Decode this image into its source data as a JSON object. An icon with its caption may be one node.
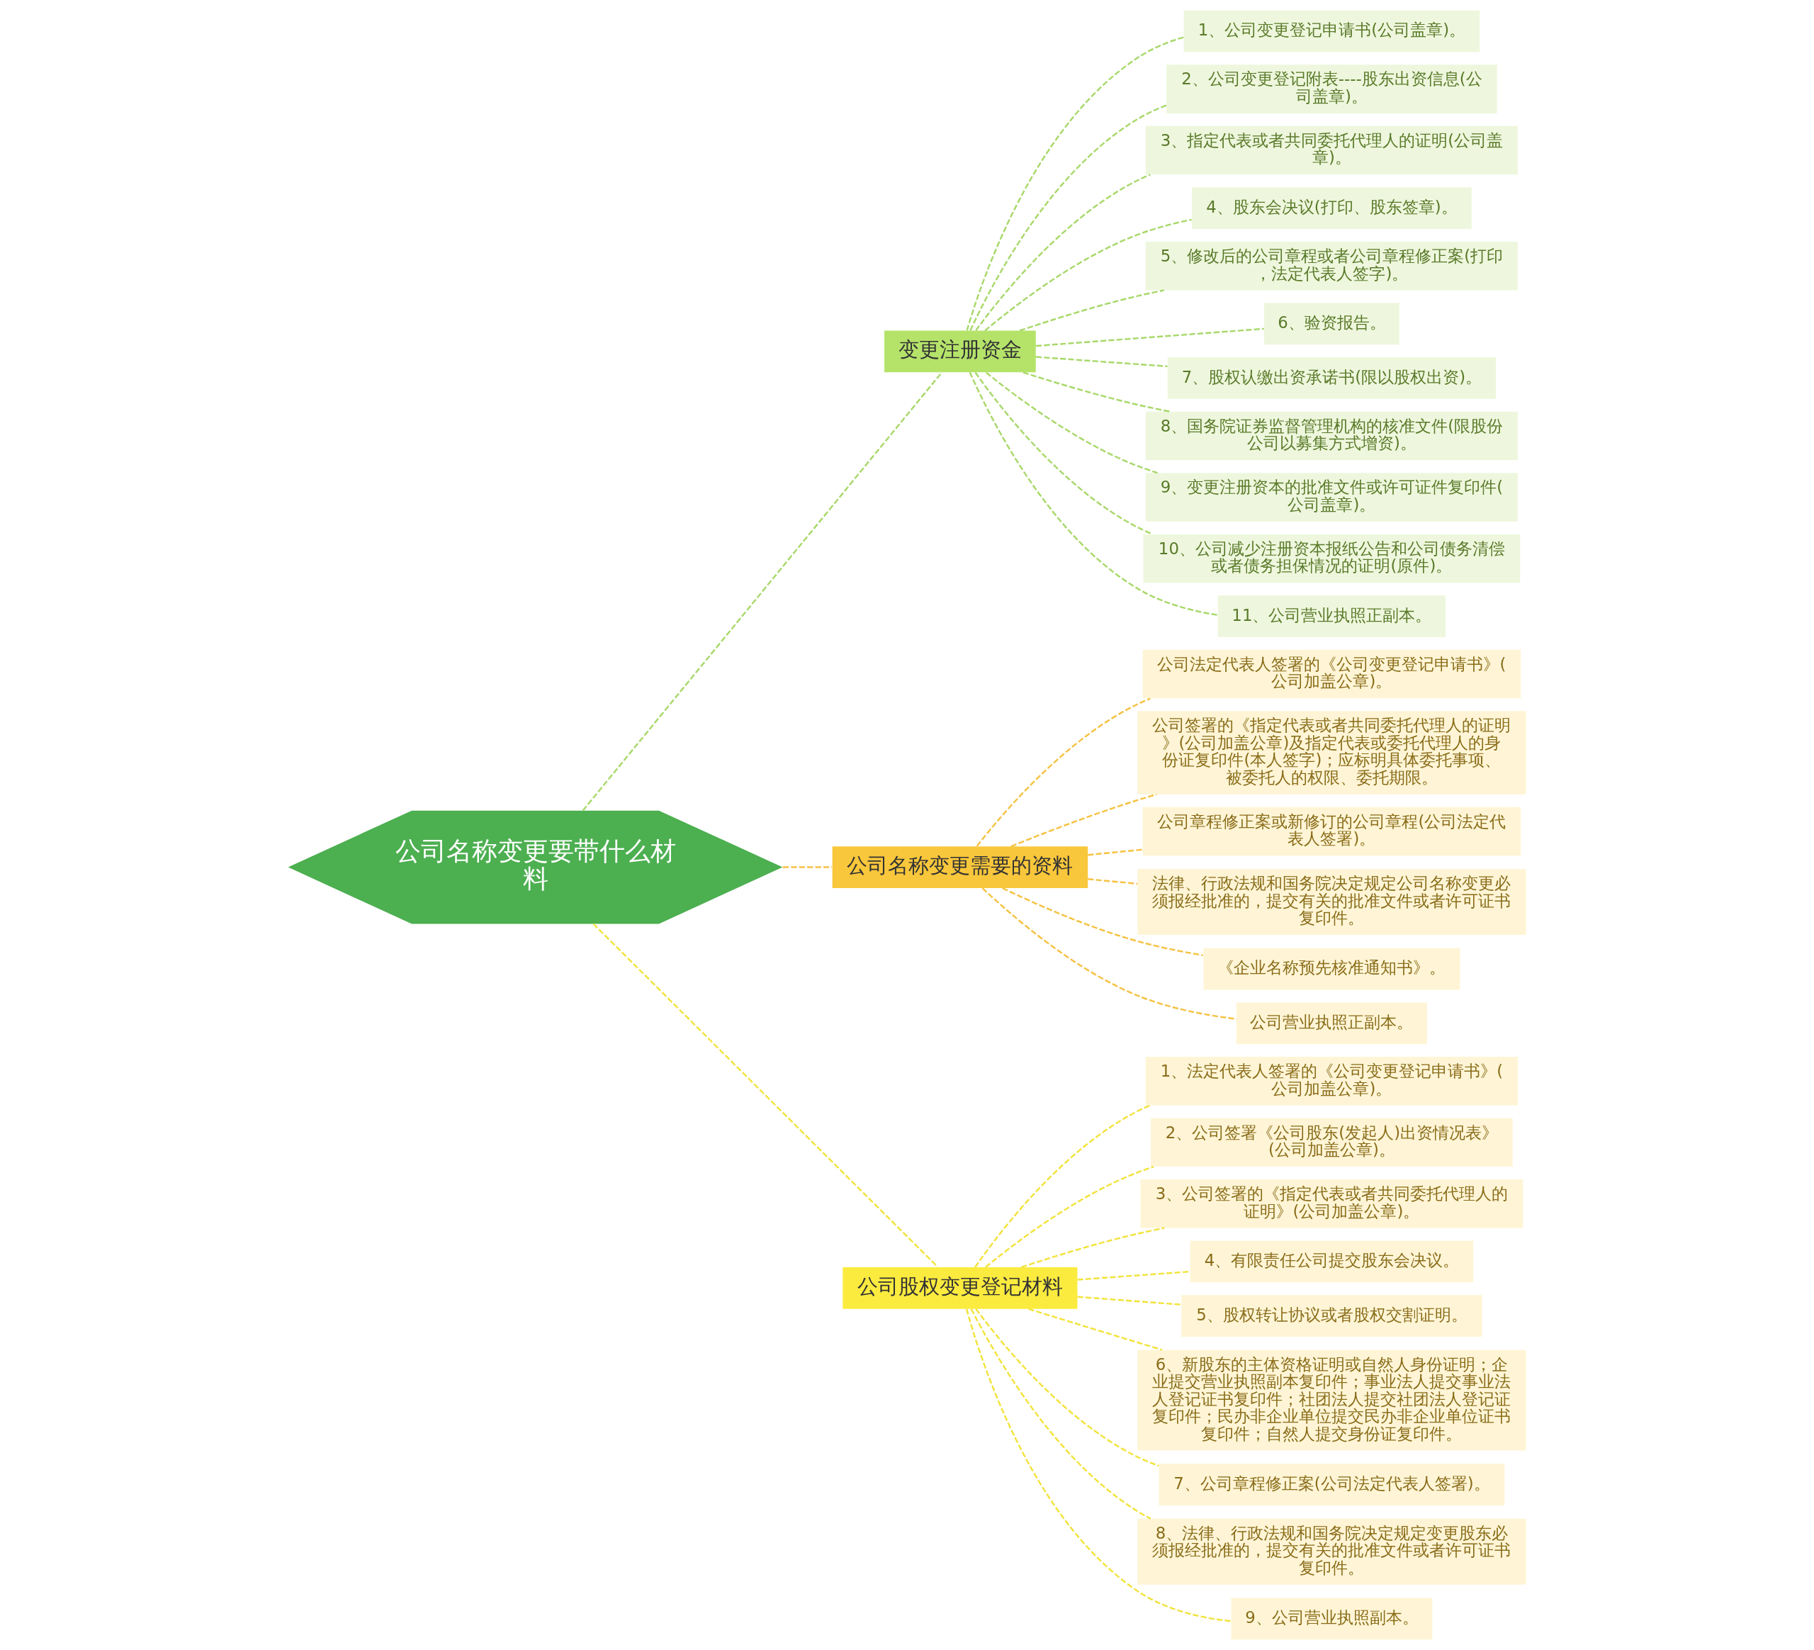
{
  "diagram": {
    "nodes": [
      {
        "text": [
          "公司名称变更要带什么材料"
        ]
      },
      {
        "text": [
          "变更注册资金"
        ]
      },
      {
        "text": [
          "1、公司变更登记申请书(公司盖章)。"
        ]
      },
      {
        "text": [
          "2、公司变更登记附表----股东出资信息(公司盖章)。"
        ]
      },
      {
        "text": [
          "3、指定代表或者共同委托代理人的证明(公司盖章)。"
        ]
      },
      {
        "text": [
          "4、股东会决议(打印、股东签章)。"
        ]
      },
      {
        "text": [
          "5、修改后的公司章程或者公司章程修正案(打印，法定代表人签字)。"
        ]
      },
      {
        "text": [
          "6、验资报告。"
        ]
      },
      {
        "text": [
          "7、股权认缴出资承诺书(限以股权出资)。"
        ]
      },
      {
        "text": [
          "8、国务院证券监督管理机构的核准文件(限股份公司以募集方式增资)。"
        ]
      },
      {
        "text": [
          "9、变更注册资本的批准文件或许可证件复印件(公司盖章)。"
        ]
      },
      {
        "text": [
          "10、公司减少注册资本报纸公告和公司债务清偿或者债务担保情况的证明(原件)。"
        ]
      },
      {
        "text": [
          "11、公司营业执照正副本。"
        ]
      },
      {
        "text": [
          "公司名称变更需要的资料"
        ]
      },
      {
        "text": [
          "公司法定代表人签署的《公司变更登记申请书》(公司加盖公章)。"
        ]
      },
      {
        "text": [
          "公司签署的《指定代表或者共同委托代理人的证明》(公司加盖公章)及指定代表或委托代理人的身份证复印件(本人签字)；应标明具体委托事项、被委托人的权限、委托期限。"
        ]
      },
      {
        "text": [
          "公司章程修正案或新修订的公司章程(公司法定代表人签署)。"
        ]
      },
      {
        "text": [
          "法律、行政法规和国务院决定规定公司名称变更必须报经批准的，提交有关的批准文件或者许可证书复印件。"
        ]
      },
      {
        "text": [
          "《企业名称预先核准通知书》。"
        ]
      },
      {
        "text": [
          "公司营业执照正副本。"
        ]
      },
      {
        "text": [
          "公司股权变更登记材料"
        ]
      },
      {
        "text": [
          "1、法定代表人签署的《公司变更登记申请书》(公司加盖公章)。"
        ]
      },
      {
        "text": [
          "2、公司签署《公司股东(发起人)出资情况表》(公司加盖公章)。"
        ]
      },
      {
        "text": [
          "3、公司签署的《指定代表或者共同委托代理人的证明》(公司加盖公章)。"
        ]
      },
      {
        "text": [
          "4、有限责任公司提交股东会决议。"
        ]
      },
      {
        "text": [
          "5、股权转让协议或者股权交割证明。"
        ]
      },
      {
        "text": [
          "6、新股东的主体资格证明或自然人身份证明；企业提交营业执照副本复印件；事业法人提交事业法人登记证书复印件；社团法人提交社团法人登记证复印件；民办非企业单位提交民办非企业单位证书复印件；自然人提交身份证复印件。"
        ]
      },
      {
        "text": [
          "7、公司章程修正案(公司法定代表人签署)。"
        ]
      },
      {
        "text": [
          "8、法律、行政法规和国务院决定规定变更股东必须报经批准的，提交有关的批准文件或者许可证书复印件。"
        ]
      },
      {
        "text": [
          "9、公司营业执照副本。"
        ]
      }
    ],
    "edges": [
      {
        "from": 0,
        "to": 1,
        "arrow": "none",
        "style": "dashed",
        "color": "#a8d86a"
      },
      {
        "from": 1,
        "to": 2,
        "arrow": "none",
        "style": "dashed",
        "color": "#a8d86a"
      },
      {
        "from": 1,
        "to": 3,
        "arrow": "none",
        "style": "dashed",
        "color": "#a8d86a"
      },
      {
        "from": 1,
        "to": 4,
        "arrow": "none",
        "style": "dashed",
        "color": "#a8d86a"
      },
      {
        "from": 1,
        "to": 5,
        "arrow": "none",
        "style": "dashed",
        "color": "#a8d86a"
      },
      {
        "from": 1,
        "to": 6,
        "arrow": "none",
        "style": "dashed",
        "color": "#a8d86a"
      },
      {
        "from": 1,
        "to": 7,
        "arrow": "none",
        "style": "dashed",
        "color": "#a8d86a"
      },
      {
        "from": 1,
        "to": 8,
        "arrow": "none",
        "style": "dashed",
        "color": "#a8d86a"
      },
      {
        "from": 1,
        "to": 9,
        "arrow": "none",
        "style": "dashed",
        "color": "#a8d86a"
      },
      {
        "from": 1,
        "to": 10,
        "arrow": "none",
        "style": "dashed",
        "color": "#a8d86a"
      },
      {
        "from": 1,
        "to": 11,
        "arrow": "none",
        "style": "dashed",
        "color": "#a8d86a"
      },
      {
        "from": 1,
        "to": 12,
        "arrow": "none",
        "style": "dashed",
        "color": "#a8d86a"
      },
      {
        "from": 0,
        "to": 13,
        "arrow": "none",
        "style": "dashed",
        "color": "#f5c242"
      },
      {
        "from": 13,
        "to": 14,
        "arrow": "none",
        "style": "dashed",
        "color": "#f5c242"
      },
      {
        "from": 13,
        "to": 15,
        "arrow": "none",
        "style": "dashed",
        "color": "#f5c242"
      },
      {
        "from": 13,
        "to": 16,
        "arrow": "none",
        "style": "dashed",
        "color": "#f5c242"
      },
      {
        "from": 13,
        "to": 17,
        "arrow": "none",
        "style": "dashed",
        "color": "#f5c242"
      },
      {
        "from": 13,
        "to": 18,
        "arrow": "none",
        "style": "dashed",
        "color": "#f5c242"
      },
      {
        "from": 13,
        "to": 19,
        "arrow": "none",
        "style": "dashed",
        "color": "#f5c242"
      },
      {
        "from": 0,
        "to": 20,
        "arrow": "none",
        "style": "dashed",
        "color": "#f2e33c"
      },
      {
        "from": 20,
        "to": 21,
        "arrow": "none",
        "style": "dashed",
        "color": "#f2e33c"
      },
      {
        "from": 20,
        "to": 22,
        "arrow": "none",
        "style": "dashed",
        "color": "#f2e33c"
      },
      {
        "from": 20,
        "to": 23,
        "arrow": "none",
        "style": "dashed",
        "color": "#f2e33c"
      },
      {
        "from": 20,
        "to": 24,
        "arrow": "none",
        "style": "dashed",
        "color": "#f2e33c"
      },
      {
        "from": 20,
        "to": 25,
        "arrow": "none",
        "style": "dashed",
        "color": "#f2e33c"
      },
      {
        "from": 20,
        "to": 26,
        "arrow": "none",
        "style": "dashed",
        "color": "#f2e33c"
      },
      {
        "from": 20,
        "to": 27,
        "arrow": "none",
        "style": "dashed",
        "color": "#f2e33c"
      },
      {
        "from": 20,
        "to": 28,
        "arrow": "none",
        "style": "dashed",
        "color": "#f2e33c"
      },
      {
        "from": 20,
        "to": 29,
        "arrow": "none",
        "style": "dashed",
        "color": "#f2e33c"
      }
    ]
  }
}
